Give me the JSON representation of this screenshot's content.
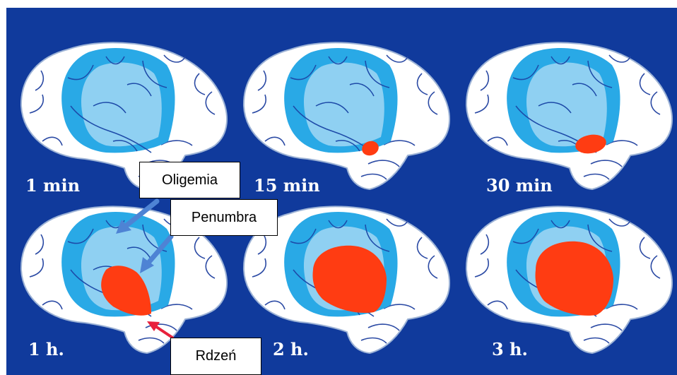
{
  "colors": {
    "background": "#103a9c",
    "brain": "#ffffff",
    "brain_outline": "#9db3d6",
    "oligemia": "#29a9e6",
    "penumbra": "#8fd0f2",
    "core": "#ff3c12",
    "arrow_blue": "#4e83d4",
    "arrow_red": "#e8213c"
  },
  "panels": [
    {
      "label": "1 min"
    },
    {
      "label": "15 min"
    },
    {
      "label": "30 min"
    },
    {
      "label": "1 h."
    },
    {
      "label": "2 h."
    },
    {
      "label": "3 h."
    }
  ],
  "callouts": {
    "oligemia": "Oligemia",
    "penumbra": "Penumbra",
    "core": "Rdzeń"
  }
}
